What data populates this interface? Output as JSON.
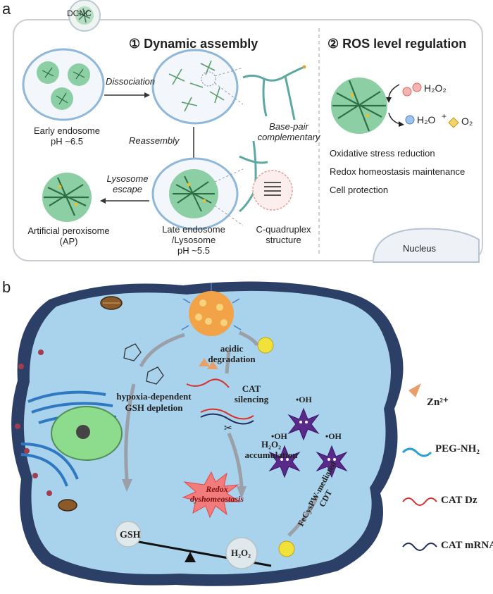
{
  "panel_a": {
    "letter": "a",
    "top_label": "DCNC",
    "section1_title": "① Dynamic assembly",
    "section2_title": "② ROS level regulation",
    "dissociation": "Dissociation",
    "reassembly": "Reassembly",
    "lysosome_escape_1": "Lysosome",
    "lysosome_escape_2": "escape",
    "early_endosome_1": "Early endosome",
    "early_endosome_2": "pH ~6.5",
    "base_pair_1": "Base-pair",
    "base_pair_2": "complementary",
    "artificial_1": "Artificial peroxisome",
    "artificial_2": "(AP)",
    "late_endosome_1": "Late endosome",
    "late_endosome_2": "/Lysosome",
    "late_endosome_3": "pH ~5.5",
    "cquad_1": "C-quadruplex",
    "cquad_2": "structure",
    "h2o2": "H₂O₂",
    "h2o": "H₂O",
    "plus": "+",
    "o2": "O₂",
    "effects": [
      "Oxidative stress reduction",
      "Redox homeostasis maintenance",
      "Cell protection"
    ],
    "nucleus": "Nucleus"
  },
  "panel_b": {
    "letter": "b",
    "acidic_1": "acidic",
    "acidic_2": "degradation",
    "hypoxia_1": "hypoxia-dependent",
    "hypoxia_2": "GSH depletion",
    "cat_1": "CAT",
    "cat_2": "silencing",
    "h2o2_1": "H₂O₂",
    "h2o2_2": "accumulation",
    "redox_1": "Redox",
    "redox_2": "dyshomeostasis",
    "gsh": "GSH",
    "h2o2_ball": "H₂O₂",
    "cdt_1": "FeCysPW-mediated",
    "cdt_2": "CDT",
    "oh": "•OH",
    "legend": [
      {
        "label": "Zn²⁺",
        "icon": "zinc-ion-triangle-icon"
      },
      {
        "label": "PEG-NH₂",
        "icon": "peg-wave-icon"
      },
      {
        "label": "CAT Dz",
        "icon": "cat-dz-wave-icon"
      },
      {
        "label": "CAT mRNA",
        "icon": "cat-mrna-wave-icon"
      }
    ],
    "colors": {
      "cell": "#a9d3ec",
      "cell_dark": "#2c3f66",
      "legend_zn": "#e8a06b",
      "peg": "#2a9fd8",
      "catdz": "#d9302c",
      "catmrna": "#1e2f5e"
    }
  }
}
